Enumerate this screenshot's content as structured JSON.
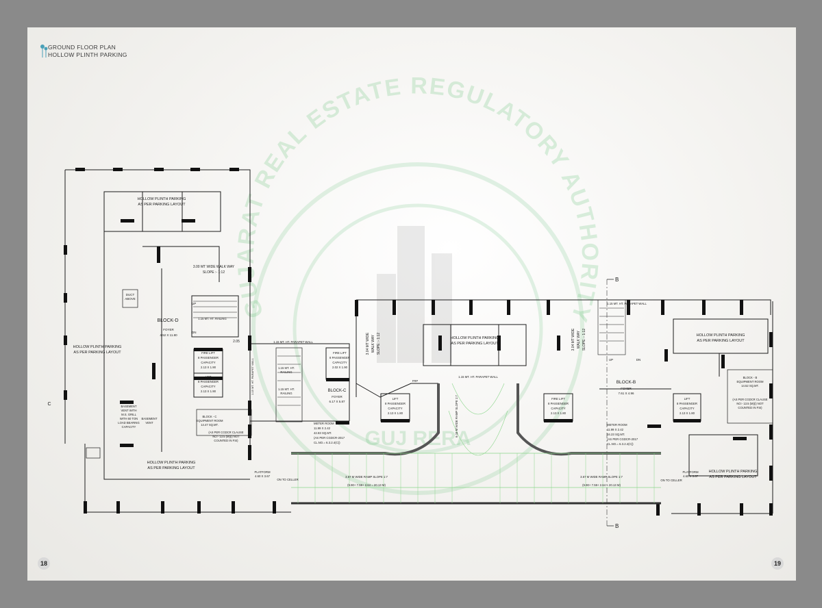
{
  "header": {
    "title": "GROUND FLOOR PLAN",
    "subtitle": "HOLLOW PLINTH PARKING"
  },
  "pages": {
    "left": "18",
    "right": "19"
  },
  "watermark": {
    "arc_text": "GUJARAT REAL ESTATE REGULATORY AUTHORITY",
    "bottom_text": "GUJ RERA"
  },
  "section_markers": {
    "top": "B",
    "bottom": "B"
  },
  "edge_label": "C",
  "labels": {
    "parking_top_d_1": "HOLLOW PLINTH PARKING",
    "parking_top_d_2": "AS PER PARKING LAYOUT",
    "walkway_d_1": "3.00 MT WIDE WALK WAY",
    "walkway_d_2": "SLOPE :- 1:12",
    "duct_1": "DUCT",
    "duct_2": "ABOVE",
    "parapet_d": "1.15 MT. HT. RAILING",
    "block_d": "BLOCK-D",
    "foyer_d_1": "FOYER",
    "foyer_d_2": "4.52 X 11.80",
    "up": "UP",
    "dn": "DN",
    "dim_205": "2.05",
    "parking_left_1": "HOLLOW PLINTH PARKING",
    "parking_left_2": "AS PER PARKING LAYOUT",
    "fire_lift_d": [
      "FIRE LIFT",
      "8 PASSENGER",
      "CAPACITY",
      "2.13 X 1.90"
    ],
    "lift_d": [
      "LIFT",
      "8 PASSENGER",
      "CAPACITY",
      "2.13 X 1.90"
    ],
    "parapet_c": "1.15 MT. HT. PARAPET WALL",
    "parapet_c_vert": "1.15 MT. HT. PARAPET WALL",
    "railing_1": "1.15 MT. HT.",
    "railing_2": "RAILING",
    "fire_lift_c": [
      "FIRE LIFT",
      "8 PASSENGER",
      "CAPACITY",
      "2.02 X 1.90"
    ],
    "block_c": "BLOCK-C",
    "foyer_c_1": "FOYER",
    "foyer_c_2": "6.17 X 5.87",
    "basement_vent_grill": [
      "BASEMENT",
      "VENT WITH",
      "M.S. GRILL",
      "WITH 60 TON",
      "LOAD BEARING",
      "CAPACITY"
    ],
    "basement_vent": [
      "BASEMENT",
      "VENT"
    ],
    "equip_c": [
      "BLOCK - C",
      "EQUIPMENT ROOM",
      "14.47 SQ.MT."
    ],
    "gdcr_c": [
      "(AS PER CGDCR CLAUSE",
      "NO:- 13.5 (M)(i) NOT",
      "COUNTED IN FSI)"
    ],
    "parking_bottom_c_1": "HOLLOW PLINTH PARKING",
    "parking_bottom_c_2": "AS PER PARKING LAYOUT",
    "meter_left": [
      "METER ROOM",
      "11.99 X 2.42",
      "42.83 SQ.MT.",
      "(AS PER CGDCR-2017",
      "CL.NO.= 6.3.2.4(C))"
    ],
    "lift_center_left": [
      "LIFT",
      "8 PASSENGER",
      "CAPACITY",
      "2.13 X 1.80"
    ],
    "walkway_left_v": [
      "3.04 MT WIDE",
      "WALK WAY",
      "SLOPE :- 1:12"
    ],
    "parking_center_1": "HOLLOW PLINTH PARKING",
    "parking_center_2": "AS PER PARKING LAYOUT",
    "parapet_center": "1.15 MT. HT. PARAPET WALL",
    "ramp_center_v": "6.18 M WIDE RAMP SLOPE 1:7",
    "frp": "FRP",
    "walkway_right_v": [
      "3.04 MT WIDE",
      "WALK WAY",
      "SLOPE :- 1:12"
    ],
    "parapet_b": "1.15 MT. HT. PARAPET WALL",
    "fire_lift_b": [
      "FIRE LIFT",
      "8 PASSENGER",
      "CAPACITY",
      "2.13 X 1.80"
    ],
    "block_b": "BLOCK-B",
    "foyer_b_1": "FOYER",
    "foyer_b_2": "7.61 X 4.96",
    "lift_b": [
      "LIFT",
      "8 PASSENGER",
      "CAPACITY",
      "2.13 X 1.80"
    ],
    "meter_right": [
      "METER ROOM",
      "11.99 X 2.42",
      "34.23 SQ.MT.",
      "(AS PER CGDCR-2017",
      "CL.NO.= 6.3.2.4(C))"
    ],
    "parking_top_b_1": "HOLLOW PLINTH PARKING",
    "parking_top_b_2": "AS PER PARKING LAYOUT",
    "equip_b": [
      "BLOCK - B",
      "EQUIPMENT ROOM",
      "14.52 SQ.MT."
    ],
    "gdcr_b": [
      "(AS PER CGDCR CLAUSE",
      "NO:- 13.5 (M)(i) NOT",
      "COUNTED IN FSI)"
    ],
    "parking_bottom_b_1": "HOLLOW PLINTH PARKING",
    "parking_bottom_b_2": "AS PER PARKING LAYOUT",
    "platform_left_1": "PLATFORM",
    "platform_left_2": "4.60 X 3.67",
    "to_cellar_left": "ON TO CELLER",
    "ramp_left": "3.67 M WIDE RAMP SLOPE 1:7",
    "ramp_left_dim": "(9.90+ 7.59+ 2.64 = 20.13 M)",
    "ramp_right": "3.67 M WIDE RAMP SLOPE 1:7",
    "ramp_right_dim": "(9.90+ 7.59+ 2.64 = 20.13 M)",
    "platform_right_1": "PLATFORM",
    "platform_right_2": "4.60 X 3.67",
    "to_cellar_right": "ON TO CELLER"
  },
  "colors": {
    "outer_bg": "#8a8a8a",
    "ink": "#1a1a1a",
    "watermark": "#5fbf72",
    "ramp_line": "#8ad68a"
  }
}
